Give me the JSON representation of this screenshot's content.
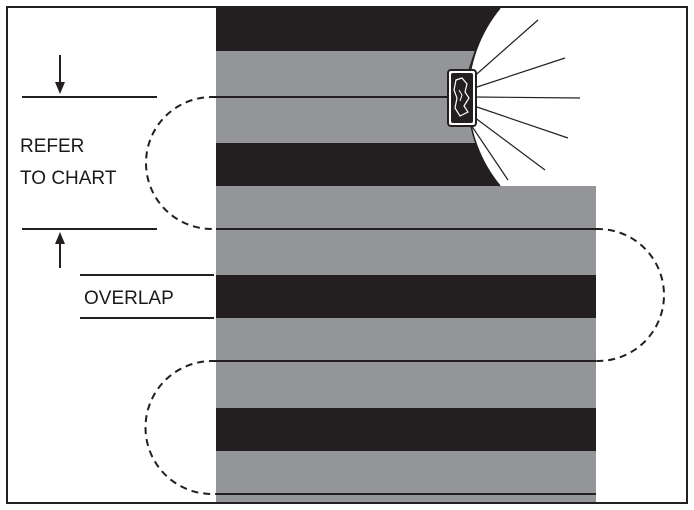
{
  "labels": {
    "refer_line1": "REFER",
    "refer_line2": "TO CHART",
    "overlap": "OVERLAP"
  },
  "colors": {
    "dark_band": "#231f20",
    "light_band": "#939598",
    "line": "#231f20",
    "background": "#ffffff",
    "light_beam": "#ffffff"
  },
  "icons": {
    "light_source": "lamp-icon",
    "measure_top_arrow": "arrow-down-icon",
    "measure_bottom_arrow": "arrow-up-icon"
  }
}
